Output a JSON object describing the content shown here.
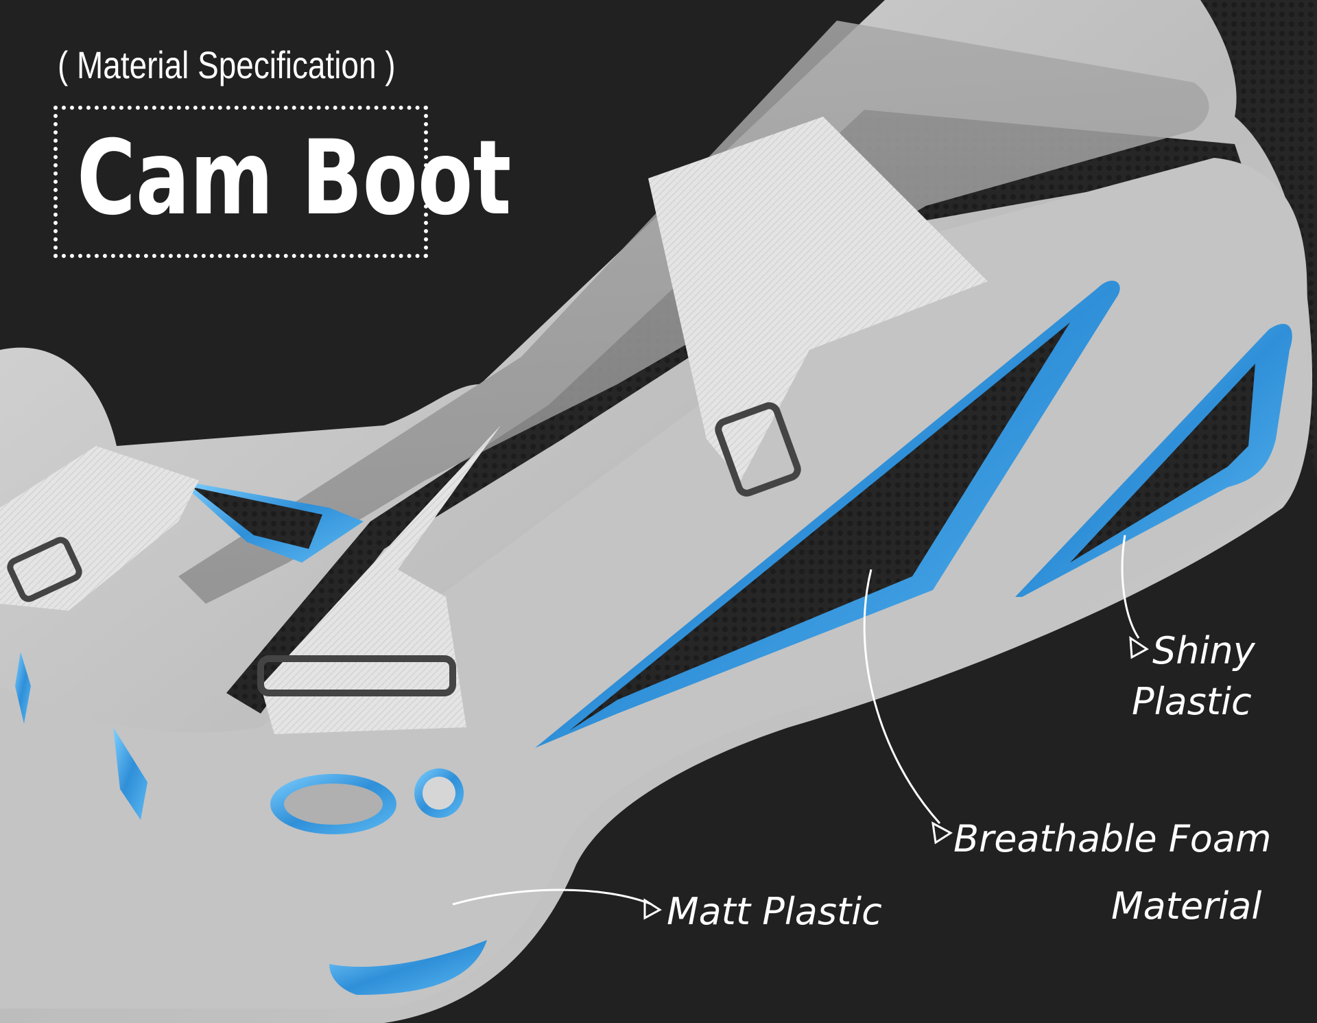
{
  "header": {
    "subtitle": "( Material Specification )",
    "title": "Cam Boot"
  },
  "annotations": {
    "shiny_line1": "Shiny",
    "shiny_line2": "Plastic",
    "foam_line1": "Breathable Foam",
    "foam_line2": "Material",
    "matt": "Matt Plastic"
  },
  "colors": {
    "background": "#212121",
    "shell": "#c9c9c9",
    "accent_blue": "#3a9fe0",
    "strap": "#e2e2e2",
    "foam": "#2a2a2a"
  }
}
